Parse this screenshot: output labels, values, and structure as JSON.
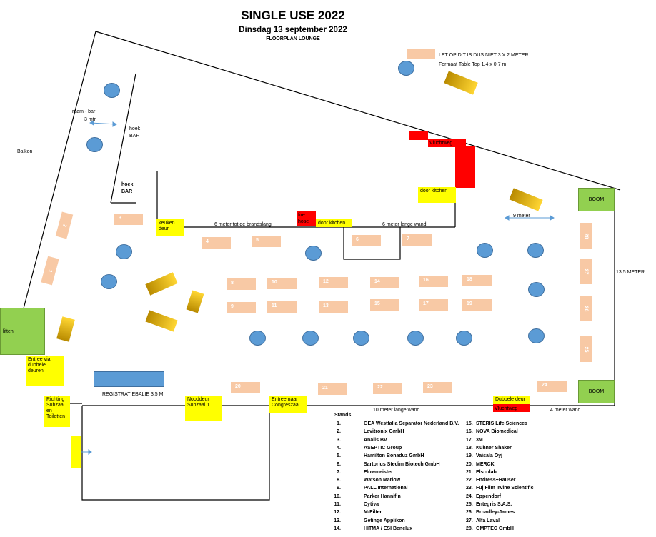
{
  "header": {
    "title": "SINGLE USE 2022",
    "date": "Dinsdag 13 september 2022",
    "subtitle": "FLOORPLAN LOUNGE"
  },
  "notes": {
    "table_warning": "LET OP DIT IS DUS NIET 3 X 2 METER",
    "table_format": "Formaat Table Top 1,4 x 0,7 m"
  },
  "labels": {
    "balkon": "Balkon",
    "raam_bar": "raam - bar",
    "three_mtr": "3 mtr",
    "hoek": "hoek",
    "bar": "BAR",
    "hoek2": "hoek",
    "bar2": "BAR",
    "keuken_deur": "keuken deur",
    "six_meter_brandslang": "6 meter tot de brandslang",
    "fire_hose": "fire hose",
    "door_kitchen_1": "door kitchen",
    "door_kitchen_2": "door kitchen",
    "six_meter_lange_wand": "6 meter lange wand",
    "vluchtweg_top": "Vluchtweg",
    "nine_meter": "9 meter",
    "thirteen_meter": "13,5 METER",
    "boom_top": "BOOM",
    "boom_bottom": "BOOM",
    "liften": "liften",
    "entree_dubbele": "Entree via dubbele deuren",
    "richting_subzaal": "Richting Subzaal en Toiletten",
    "registratiebalie": "REGISTRATIEBALIE 3,5 M",
    "nooddeur": "Nooddeur Subzaal 1",
    "entree_congres": "Entree naar Congreszaal",
    "ten_meter": "10 meter lange wand",
    "dubbele_deur": "Dubbele deur",
    "vluchtweg_bottom": "Vluchtweg",
    "four_meter": "4 meter wand"
  },
  "stands_numbers": {
    "s2": "2",
    "s1": "1",
    "s3": "3",
    "s4": "4",
    "s5": "5",
    "s6": "6",
    "s7": "7",
    "s8": "8",
    "s9": "9",
    "s10": "10",
    "s11": "11",
    "s12": "12",
    "s13": "13",
    "s14": "14",
    "s15": "15",
    "s16": "16",
    "s17": "17",
    "s18": "18",
    "s19": "19",
    "s20": "20",
    "s21": "21",
    "s22": "22",
    "s23": "23",
    "s24": "24",
    "s25": "25",
    "s26": "26",
    "s27": "27",
    "s28": "28"
  },
  "legend": {
    "title": "Stands",
    "left": [
      {
        "num": "1.",
        "name": "GEA Westfalia Separator Nederland B.V."
      },
      {
        "num": "2.",
        "name": "Levitronix GmbH"
      },
      {
        "num": "3.",
        "name": "Analis BV"
      },
      {
        "num": "4.",
        "name": "ASEPTIC Group"
      },
      {
        "num": "5.",
        "name": "Hamilton Bonaduz GmbH"
      },
      {
        "num": "6.",
        "name": "Sartorius Stedim Biotech GmbH"
      },
      {
        "num": "7.",
        "name": "Flowmeister"
      },
      {
        "num": "8.",
        "name": "Watson Marlow"
      },
      {
        "num": "9.",
        "name": "PALL International"
      },
      {
        "num": "10.",
        "name": "Parker Hannifin"
      },
      {
        "num": "11.",
        "name": "Cytiva"
      },
      {
        "num": "12.",
        "name": "M-Filter"
      },
      {
        "num": "13.",
        "name": "Getinge Applikon"
      },
      {
        "num": "14.",
        "name": "HITMA / ESI Benelux"
      }
    ],
    "right": [
      {
        "num": "15.",
        "name": "STERIS Life Sciences"
      },
      {
        "num": "16.",
        "name": "NOVA Biomedical"
      },
      {
        "num": "17.",
        "name": "3M"
      },
      {
        "num": "18.",
        "name": "Kuhner Shaker"
      },
      {
        "num": "19.",
        "name": "Vaisala Oyj"
      },
      {
        "num": "20.",
        "name": "MERCK"
      },
      {
        "num": "21.",
        "name": "Elscolab"
      },
      {
        "num": "22.",
        "name": "Endress+Hauser"
      },
      {
        "num": "23.",
        "name": "FujiFilm Irvine Scientific"
      },
      {
        "num": "24.",
        "name": "Eppendorf"
      },
      {
        "num": "25.",
        "name": "Entegris S.A.S."
      },
      {
        "num": "26.",
        "name": "Broadley-James"
      },
      {
        "num": "27.",
        "name": "Alfa Laval"
      },
      {
        "num": "28.",
        "name": "GMPTEC GmbH"
      }
    ]
  },
  "colors": {
    "stand": "#f8c9a5",
    "table": "#5b9bd5",
    "door": "#ffff00",
    "exit": "#ff0000",
    "tree": "#92d050"
  }
}
